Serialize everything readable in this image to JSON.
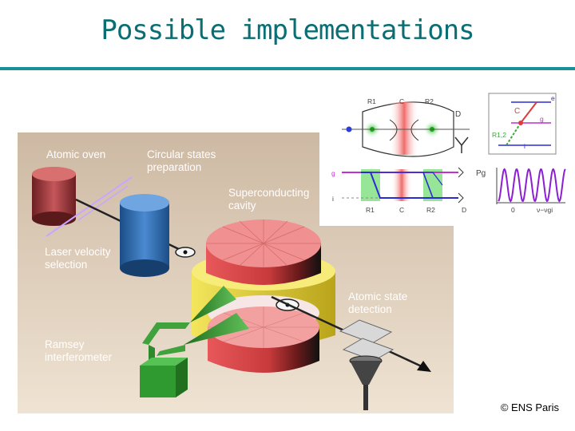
{
  "slide": {
    "title": "Possible implementations",
    "credit": "© ENS Paris"
  },
  "apparatus": {
    "labels": {
      "atomic_oven": "Atomic oven",
      "circular_states": "Circular states\npreparation",
      "superconducting_cavity": "Superconducting\ncavity",
      "laser_velocity": "Laser velocity\nselection",
      "atomic_state": "Atomic state\ndetection",
      "ramsey": "Ramsey\ninterferometer"
    }
  },
  "schematic": {
    "top": {
      "r1": "R1",
      "c": "C",
      "r2": "R2",
      "d": "D"
    },
    "bottom": {
      "g": "g",
      "i": "i",
      "r1": "R1",
      "c": "C",
      "r2": "R2",
      "d": "D"
    }
  },
  "level_diagram": {
    "e": "e",
    "g": "g",
    "i": "i",
    "c": "C",
    "r12": "R1,2"
  },
  "fringe_plot": {
    "ylabel": "Pg",
    "zero": "0",
    "xlabel": "ν−νgi"
  },
  "colors": {
    "title": "#0a6e73",
    "rule": "#1a8f96",
    "panel_bg": "#e9d9c6",
    "cavity_red": "#e8585a",
    "tube_green": "#3fa23c"
  }
}
